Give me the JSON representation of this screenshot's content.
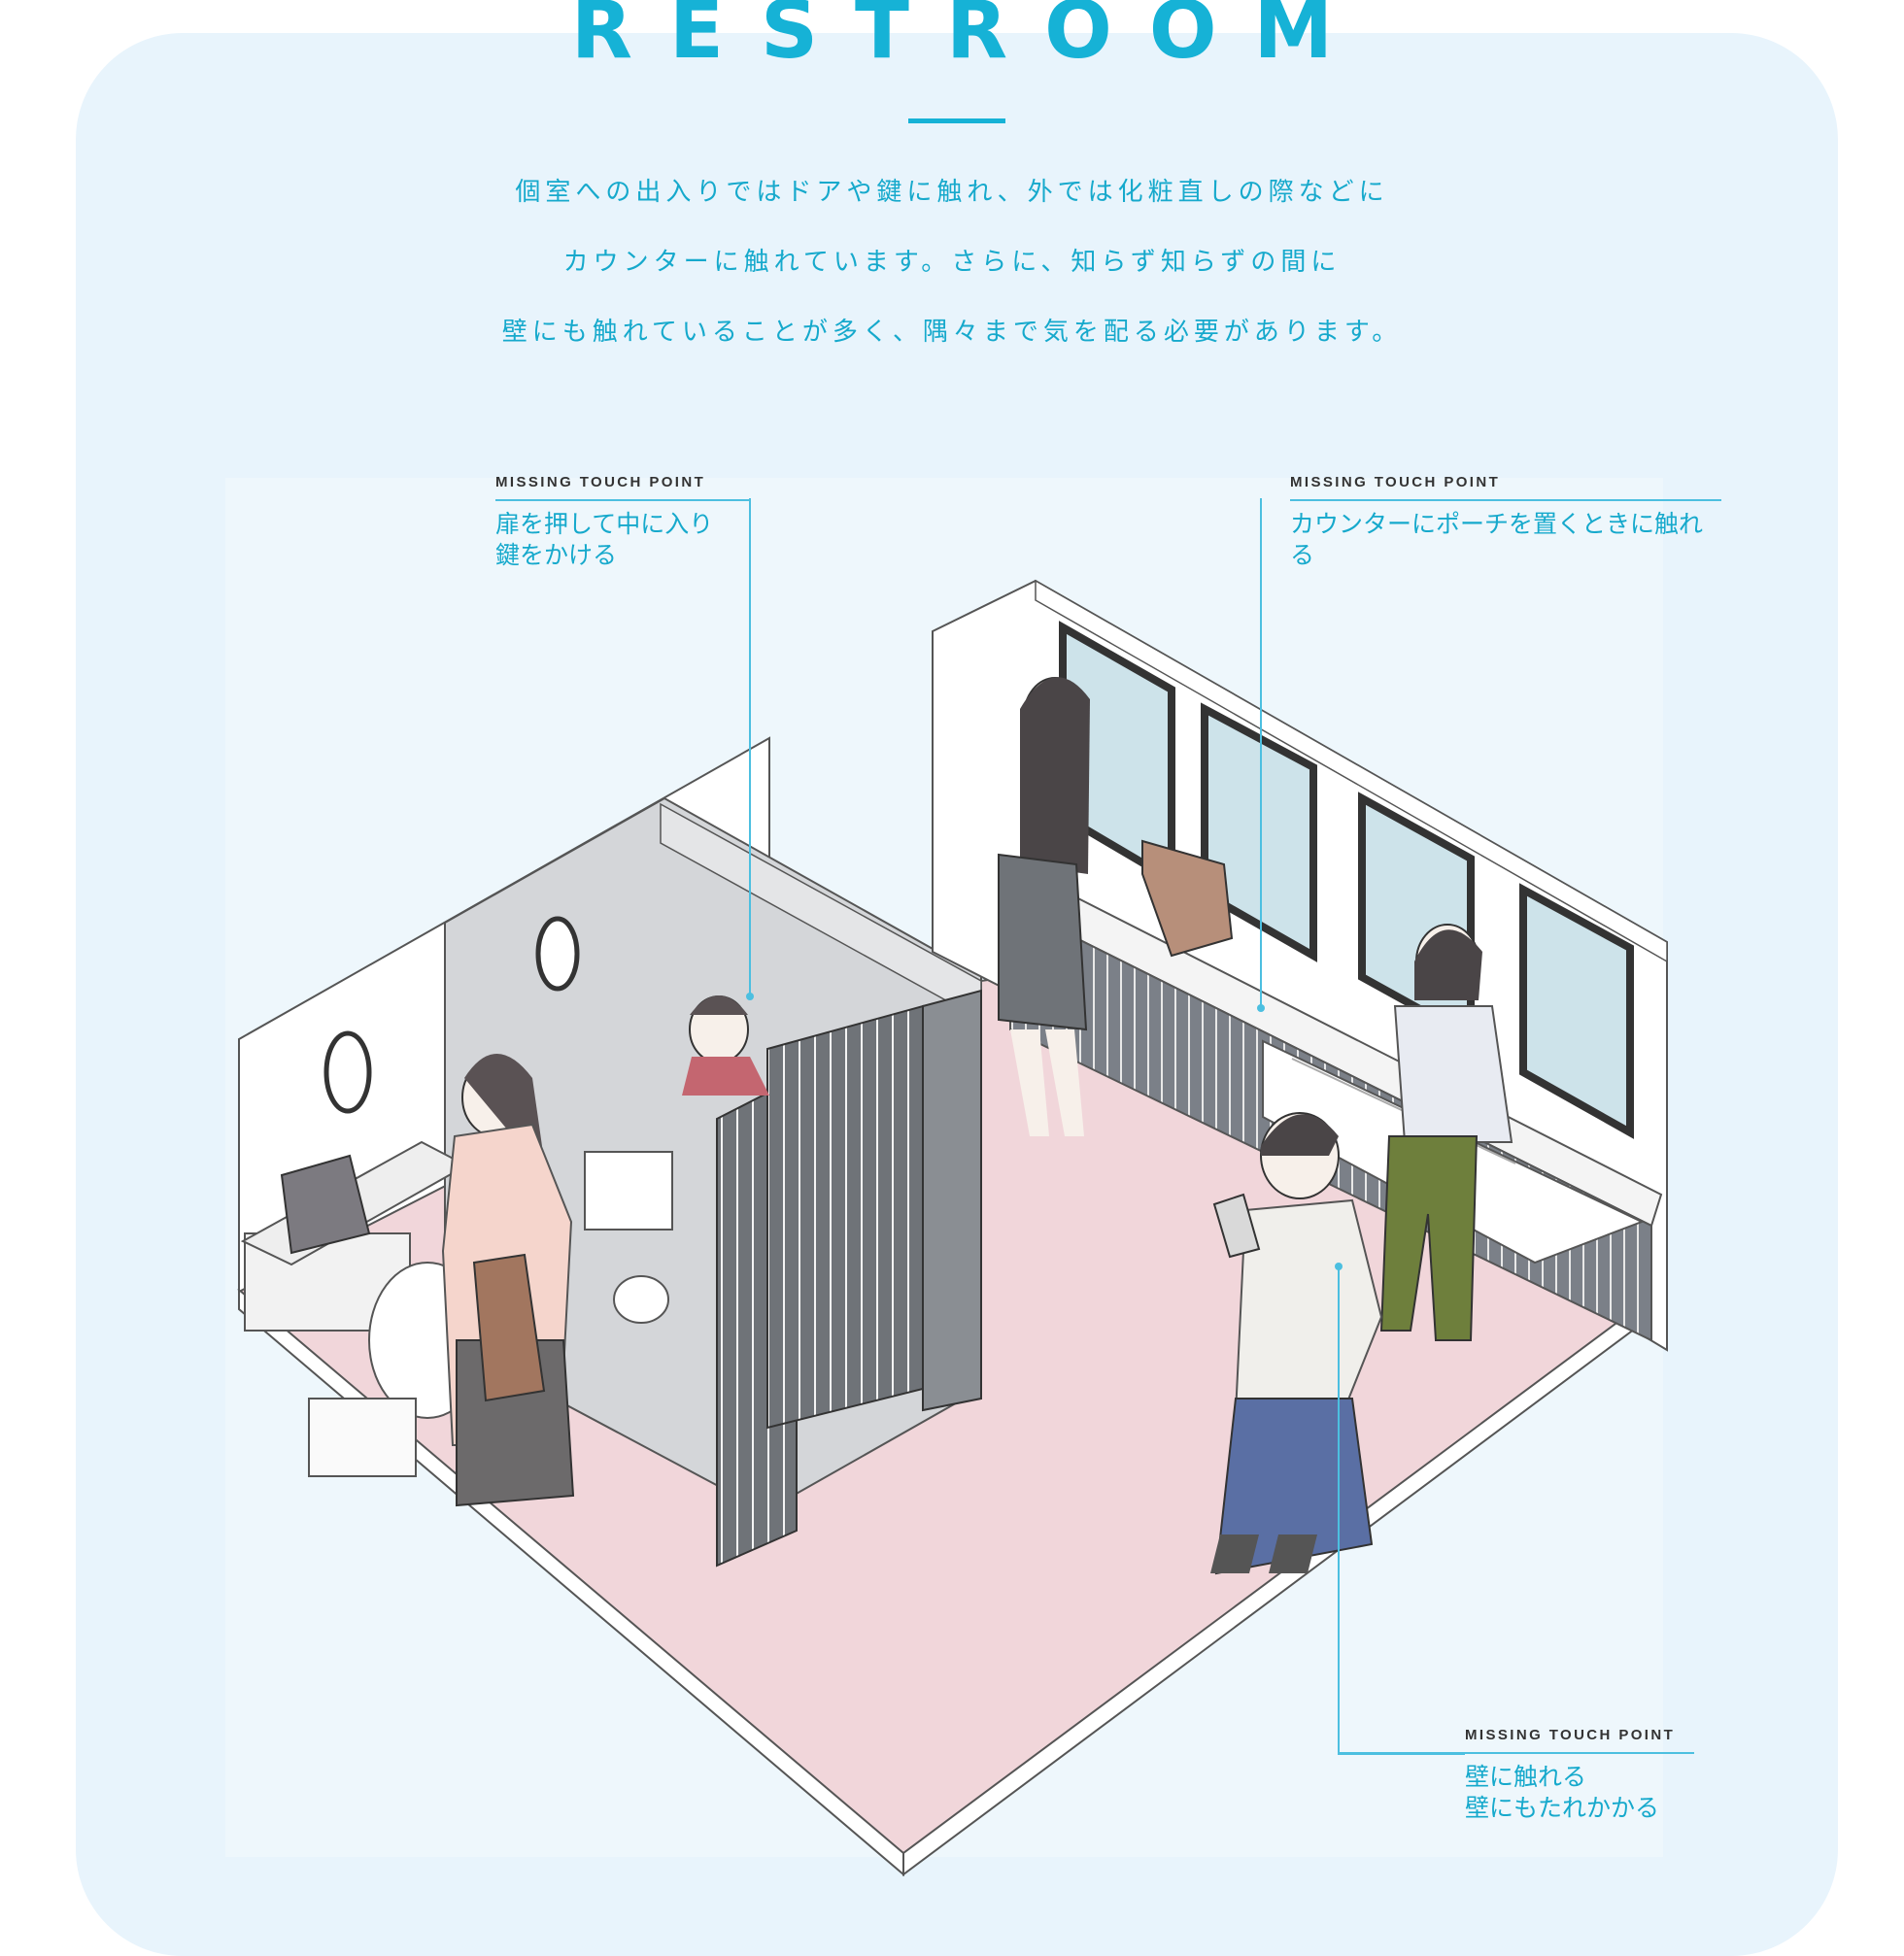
{
  "header": {
    "title": "RESTROOM"
  },
  "intro": {
    "lines": [
      "個室への出入りではドアや鍵に触れ、外では化粧直しの際などに",
      "カウンターに触れています。さらに、知らず知らずの間に",
      "壁にも触れていることが多く、隅々まで気を配る必要があります。"
    ]
  },
  "callouts": [
    {
      "label": "MISSING TOUCH POINT",
      "text": "扉を押して中に入り\n鍵をかける"
    },
    {
      "label": "MISSING TOUCH POINT",
      "text": "カウンターにポーチを置くときに触れる"
    },
    {
      "label": "MISSING TOUCH POINT",
      "text": "壁に触れる\n壁にもたれかかる"
    }
  ],
  "colors": {
    "accent": "#16b2d6",
    "panel_bg": "#e8f4fc",
    "floor": "#f1d6da",
    "partition": "#d4d6d9",
    "door_stripe": "#6f7378"
  }
}
